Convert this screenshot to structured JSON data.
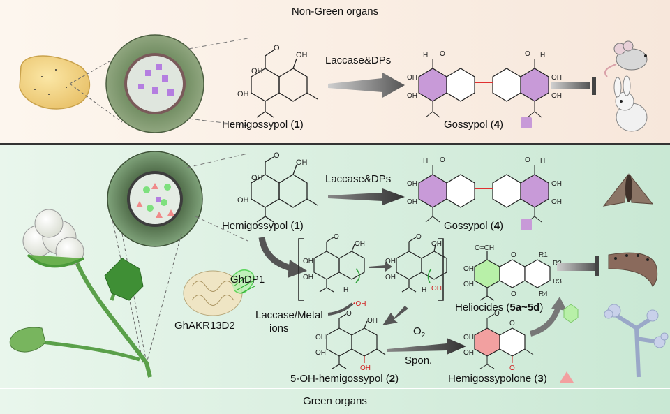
{
  "top_section": {
    "header": "Non-Green organs",
    "reagent": "Laccase&DPs",
    "compound1": {
      "name": "Hemigossypol",
      "num": "1"
    },
    "compound4": {
      "name": "Gossypol",
      "num": "4"
    }
  },
  "bottom_section": {
    "footer": "Green organs",
    "reagent": "Laccase&DPs",
    "compound1": {
      "name": "Hemigossypol",
      "num": "1"
    },
    "compound4": {
      "name": "Gossypol",
      "num": "4"
    },
    "compound2": {
      "name": "5-OH-hemigossypol",
      "num": "2"
    },
    "compound3": {
      "name": "Hemigossypolone",
      "num": "3"
    },
    "heliocides": {
      "name": "Heliocides",
      "num": "5a~5d"
    },
    "catalyst": "Laccase/Metal",
    "catalyst2": "ions",
    "protein1": "GhDP1",
    "protein2": "GhAKR13D2",
    "oxidant": "O",
    "oxidant_sub": "2",
    "spon": "Spon.",
    "r_groups": [
      "R1",
      "R2",
      "R3",
      "R4"
    ],
    "radical_oh": "•OH",
    "radical_h": "H",
    "oh_label": "OH",
    "ocho": "O=CH",
    "cho": "O"
  },
  "chem": {
    "oh": "OH",
    "o": "O",
    "h": "H"
  },
  "colors": {
    "top_bg": "#fbf1e8",
    "bottom_bg": "#dff0e3",
    "gossypol_purple": "#c89ad8",
    "hemigossypolone_pink": "#f2a0a0",
    "heliocide_green": "#b8f0a8",
    "arrow_gray": "#555555",
    "red_bond": "#e03030"
  }
}
